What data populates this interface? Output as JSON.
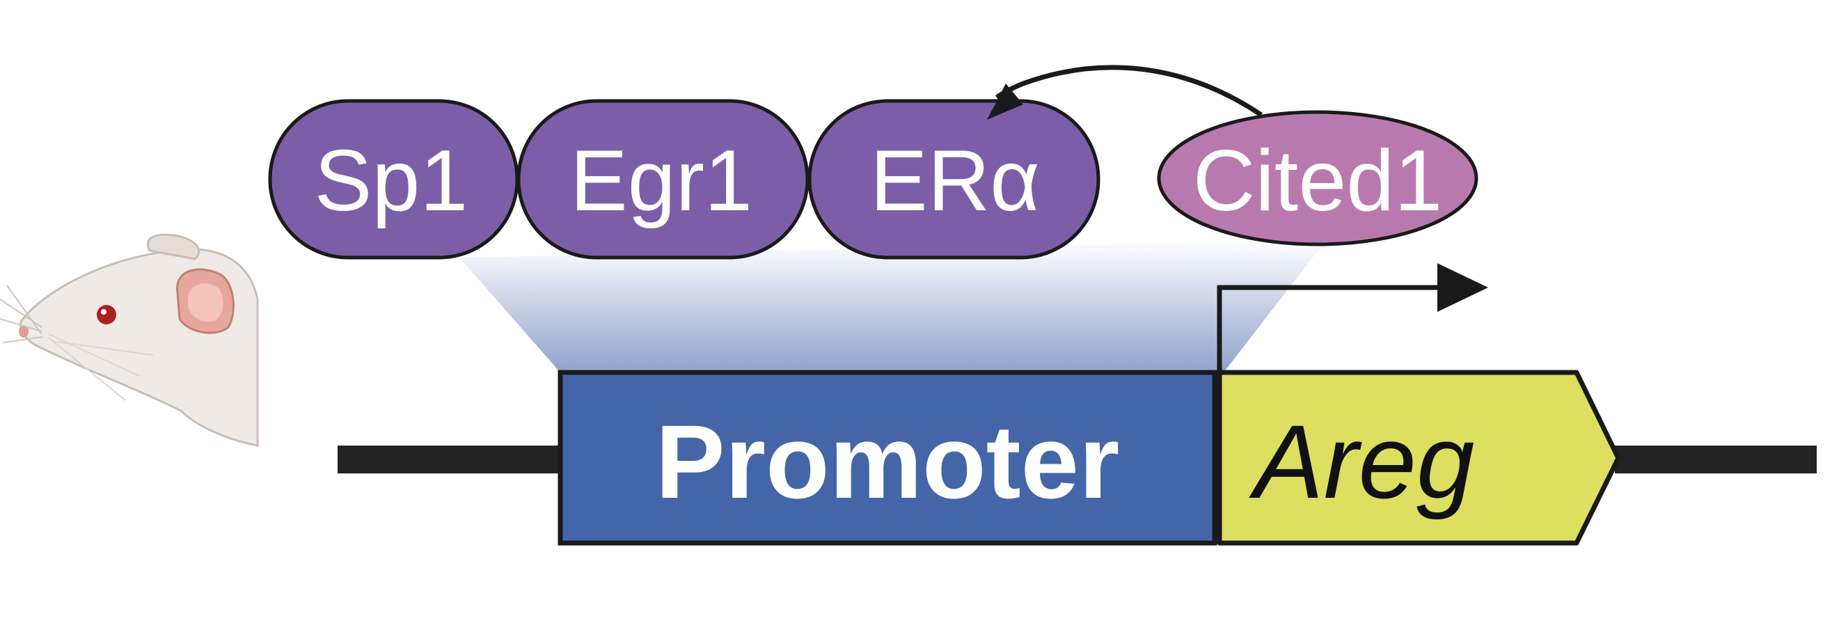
{
  "colors": {
    "tf_fill": "#7B5EA7",
    "cited_fill": "#B87AAE",
    "promoter_fill": "#4466A8",
    "gene_fill": "#DCDF5F",
    "dna": "#222222",
    "funnel_top": "#ffffff",
    "funnel_bottom": "#8FA3CC"
  },
  "transcription_factors": [
    {
      "label": "Sp1"
    },
    {
      "label": "Egr1"
    },
    {
      "label": "ERα"
    }
  ],
  "coactivator": {
    "label": "Cited1"
  },
  "promoter": {
    "label": "Promoter"
  },
  "gene": {
    "label": "Areg"
  },
  "icons": {
    "organism": "mouse-icon",
    "interaction": "curved-arrow-icon",
    "tss": "transcription-start-arrow-icon"
  }
}
